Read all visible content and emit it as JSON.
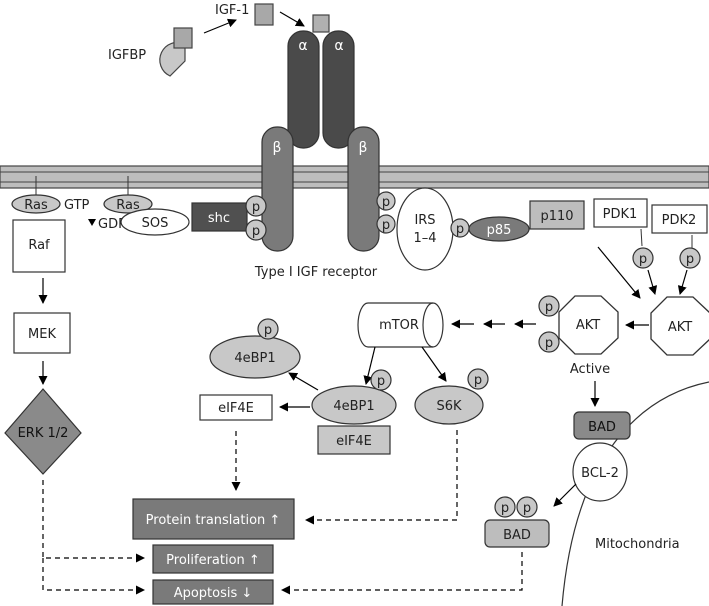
{
  "labels": {
    "igf1": "IGF-1",
    "igfbp": "IGFBP",
    "alpha": "α",
    "beta": "β",
    "ras": "Ras",
    "gtp": "GTP",
    "gdp": "GDP",
    "sos": "SOS",
    "shc": "shc",
    "p": "p",
    "irs_line1": "IRS",
    "irs_line2": "1–4",
    "p85": "p85",
    "p110": "p110",
    "pdk1": "PDK1",
    "pdk2": "PDK2",
    "receptor": "Type I IGF receptor",
    "raf": "Raf",
    "mek": "MEK",
    "erk": "ERK 1/2",
    "mtor": "mTOR",
    "akt": "AKT",
    "active": "Active",
    "eif4e": "eIF4E",
    "eif4ebp1": "4eBP1",
    "s6k": "S6K",
    "bad": "BAD",
    "bcl2": "BCL-2",
    "mitochondria": "Mitochondria",
    "protein_translation": "Protein translation ↑",
    "proliferation": "Proliferation ↑",
    "apoptosis": "Apoptosis ↓"
  },
  "colors": {
    "dark": "#505050",
    "medium": "#8a8a8a",
    "light": "#c8c8c8",
    "outline": "#333333",
    "receptor_beta": "#7a7a7a",
    "receptor_alpha": "#4a4a4a"
  }
}
